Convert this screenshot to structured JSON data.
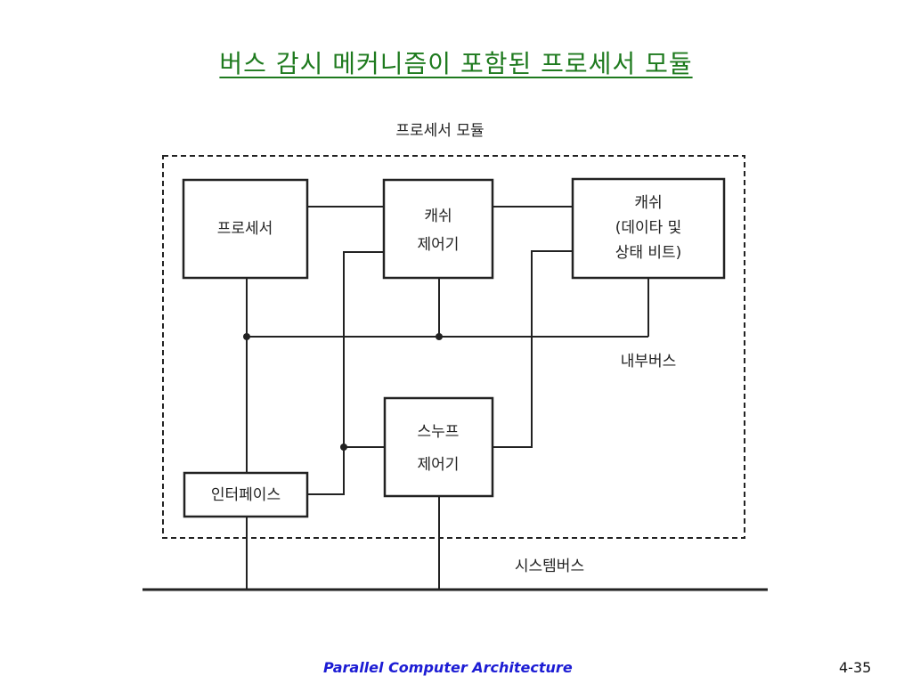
{
  "slide": {
    "title": "버스 감시 메커니즘이 포함된 프로세서 모듈",
    "footer_text": "Parallel Computer Architecture",
    "page_number": "4-35",
    "title_color": "#1e7a1e",
    "footer_color": "#1c1cd4"
  },
  "diagram": {
    "module_label": "프로세서 모듈",
    "blocks": {
      "processor": "프로세서",
      "cache_controller": [
        "캐쉬",
        "제어기"
      ],
      "cache": [
        "캐쉬",
        "(데이타 및",
        "상태 비트)"
      ],
      "snoop_controller": [
        "스누프",
        "제어기"
      ],
      "interface": "인터페이스"
    },
    "buses": {
      "internal_bus": "내부버스",
      "system_bus": "시스템버스"
    }
  }
}
